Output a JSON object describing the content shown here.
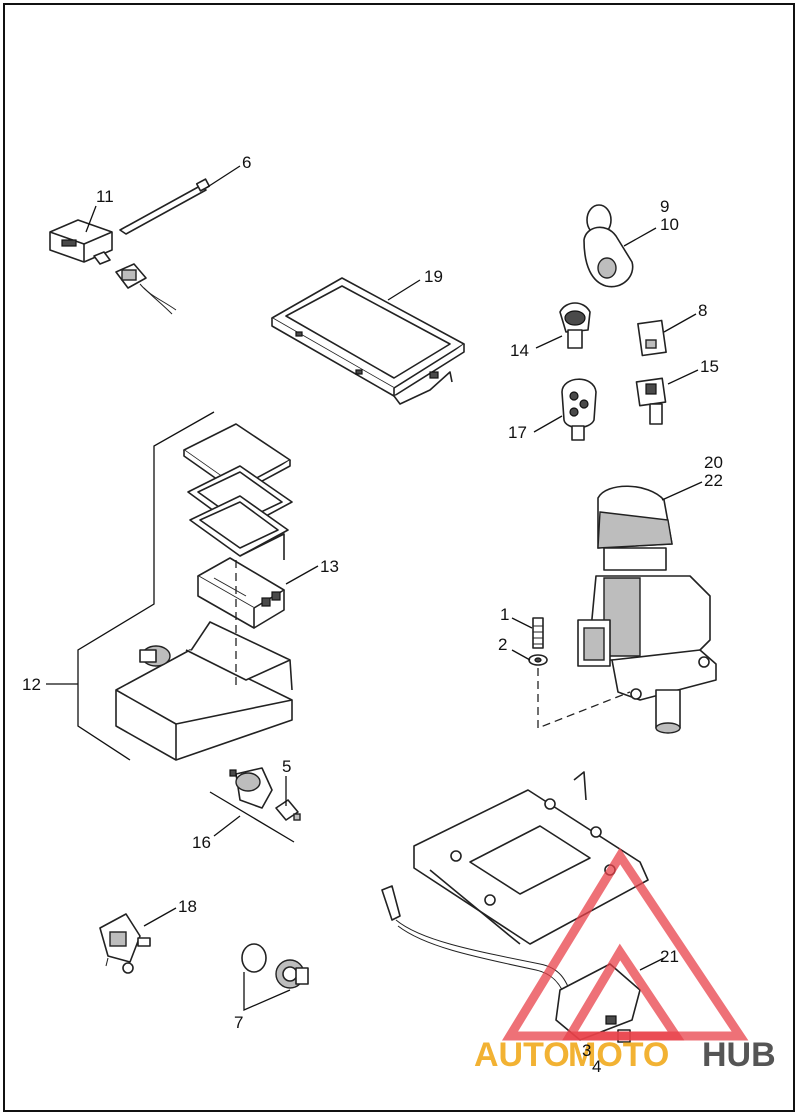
{
  "callouts": [
    {
      "id": "c6",
      "label": "6"
    },
    {
      "id": "c11",
      "label": "11"
    },
    {
      "id": "c9",
      "label": "9"
    },
    {
      "id": "c10",
      "label": "10"
    },
    {
      "id": "c19",
      "label": "19"
    },
    {
      "id": "c8",
      "label": "8"
    },
    {
      "id": "c14",
      "label": "14"
    },
    {
      "id": "c15",
      "label": "15"
    },
    {
      "id": "c17",
      "label": "17"
    },
    {
      "id": "c20",
      "label": "20"
    },
    {
      "id": "c22",
      "label": "22"
    },
    {
      "id": "c13",
      "label": "13"
    },
    {
      "id": "c1",
      "label": "1"
    },
    {
      "id": "c2",
      "label": "2"
    },
    {
      "id": "c12",
      "label": "12"
    },
    {
      "id": "c5",
      "label": "5"
    },
    {
      "id": "c16",
      "label": "16"
    },
    {
      "id": "c18",
      "label": "18"
    },
    {
      "id": "c21",
      "label": "21"
    },
    {
      "id": "c7",
      "label": "7"
    },
    {
      "id": "c3",
      "label": "3"
    },
    {
      "id": "c4",
      "label": "4"
    }
  ],
  "watermark": {
    "text_auto": "AUTO",
    "text_moto": "MOTO",
    "text_hub": "HUB",
    "color_primary": "#f2b233",
    "color_secondary": "#555555",
    "color_triangle": "#e8414a"
  }
}
